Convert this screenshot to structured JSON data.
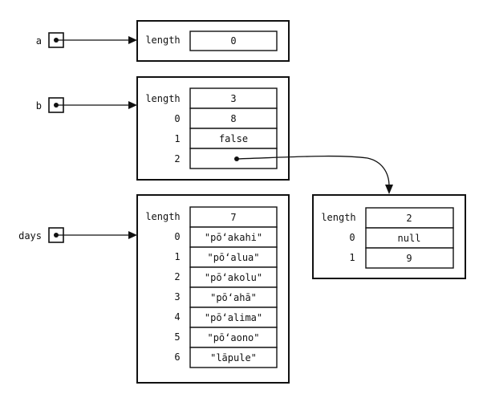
{
  "variables": [
    {
      "name": "a"
    },
    {
      "name": "b"
    },
    {
      "name": "days"
    }
  ],
  "arrays": {
    "a": {
      "rows": [
        {
          "label": "length",
          "value": "0"
        }
      ]
    },
    "b": {
      "rows": [
        {
          "label": "length",
          "value": "3"
        },
        {
          "label": "0",
          "value": "8"
        },
        {
          "label": "1",
          "value": "false"
        },
        {
          "label": "2",
          "value": ""
        }
      ]
    },
    "days": {
      "rows": [
        {
          "label": "length",
          "value": "7"
        },
        {
          "label": "0",
          "value": "\"pō‘akahi\""
        },
        {
          "label": "1",
          "value": "\"pō‘alua\""
        },
        {
          "label": "2",
          "value": "\"pō‘akolu\""
        },
        {
          "label": "3",
          "value": "\"pō‘ahā\""
        },
        {
          "label": "4",
          "value": "\"pō‘alima\""
        },
        {
          "label": "5",
          "value": "\"pō‘aono\""
        },
        {
          "label": "6",
          "value": "\"lāpule\""
        }
      ]
    },
    "inner": {
      "rows": [
        {
          "label": "length",
          "value": "2"
        },
        {
          "label": "0",
          "value": "null"
        },
        {
          "label": "1",
          "value": "9"
        }
      ]
    }
  }
}
